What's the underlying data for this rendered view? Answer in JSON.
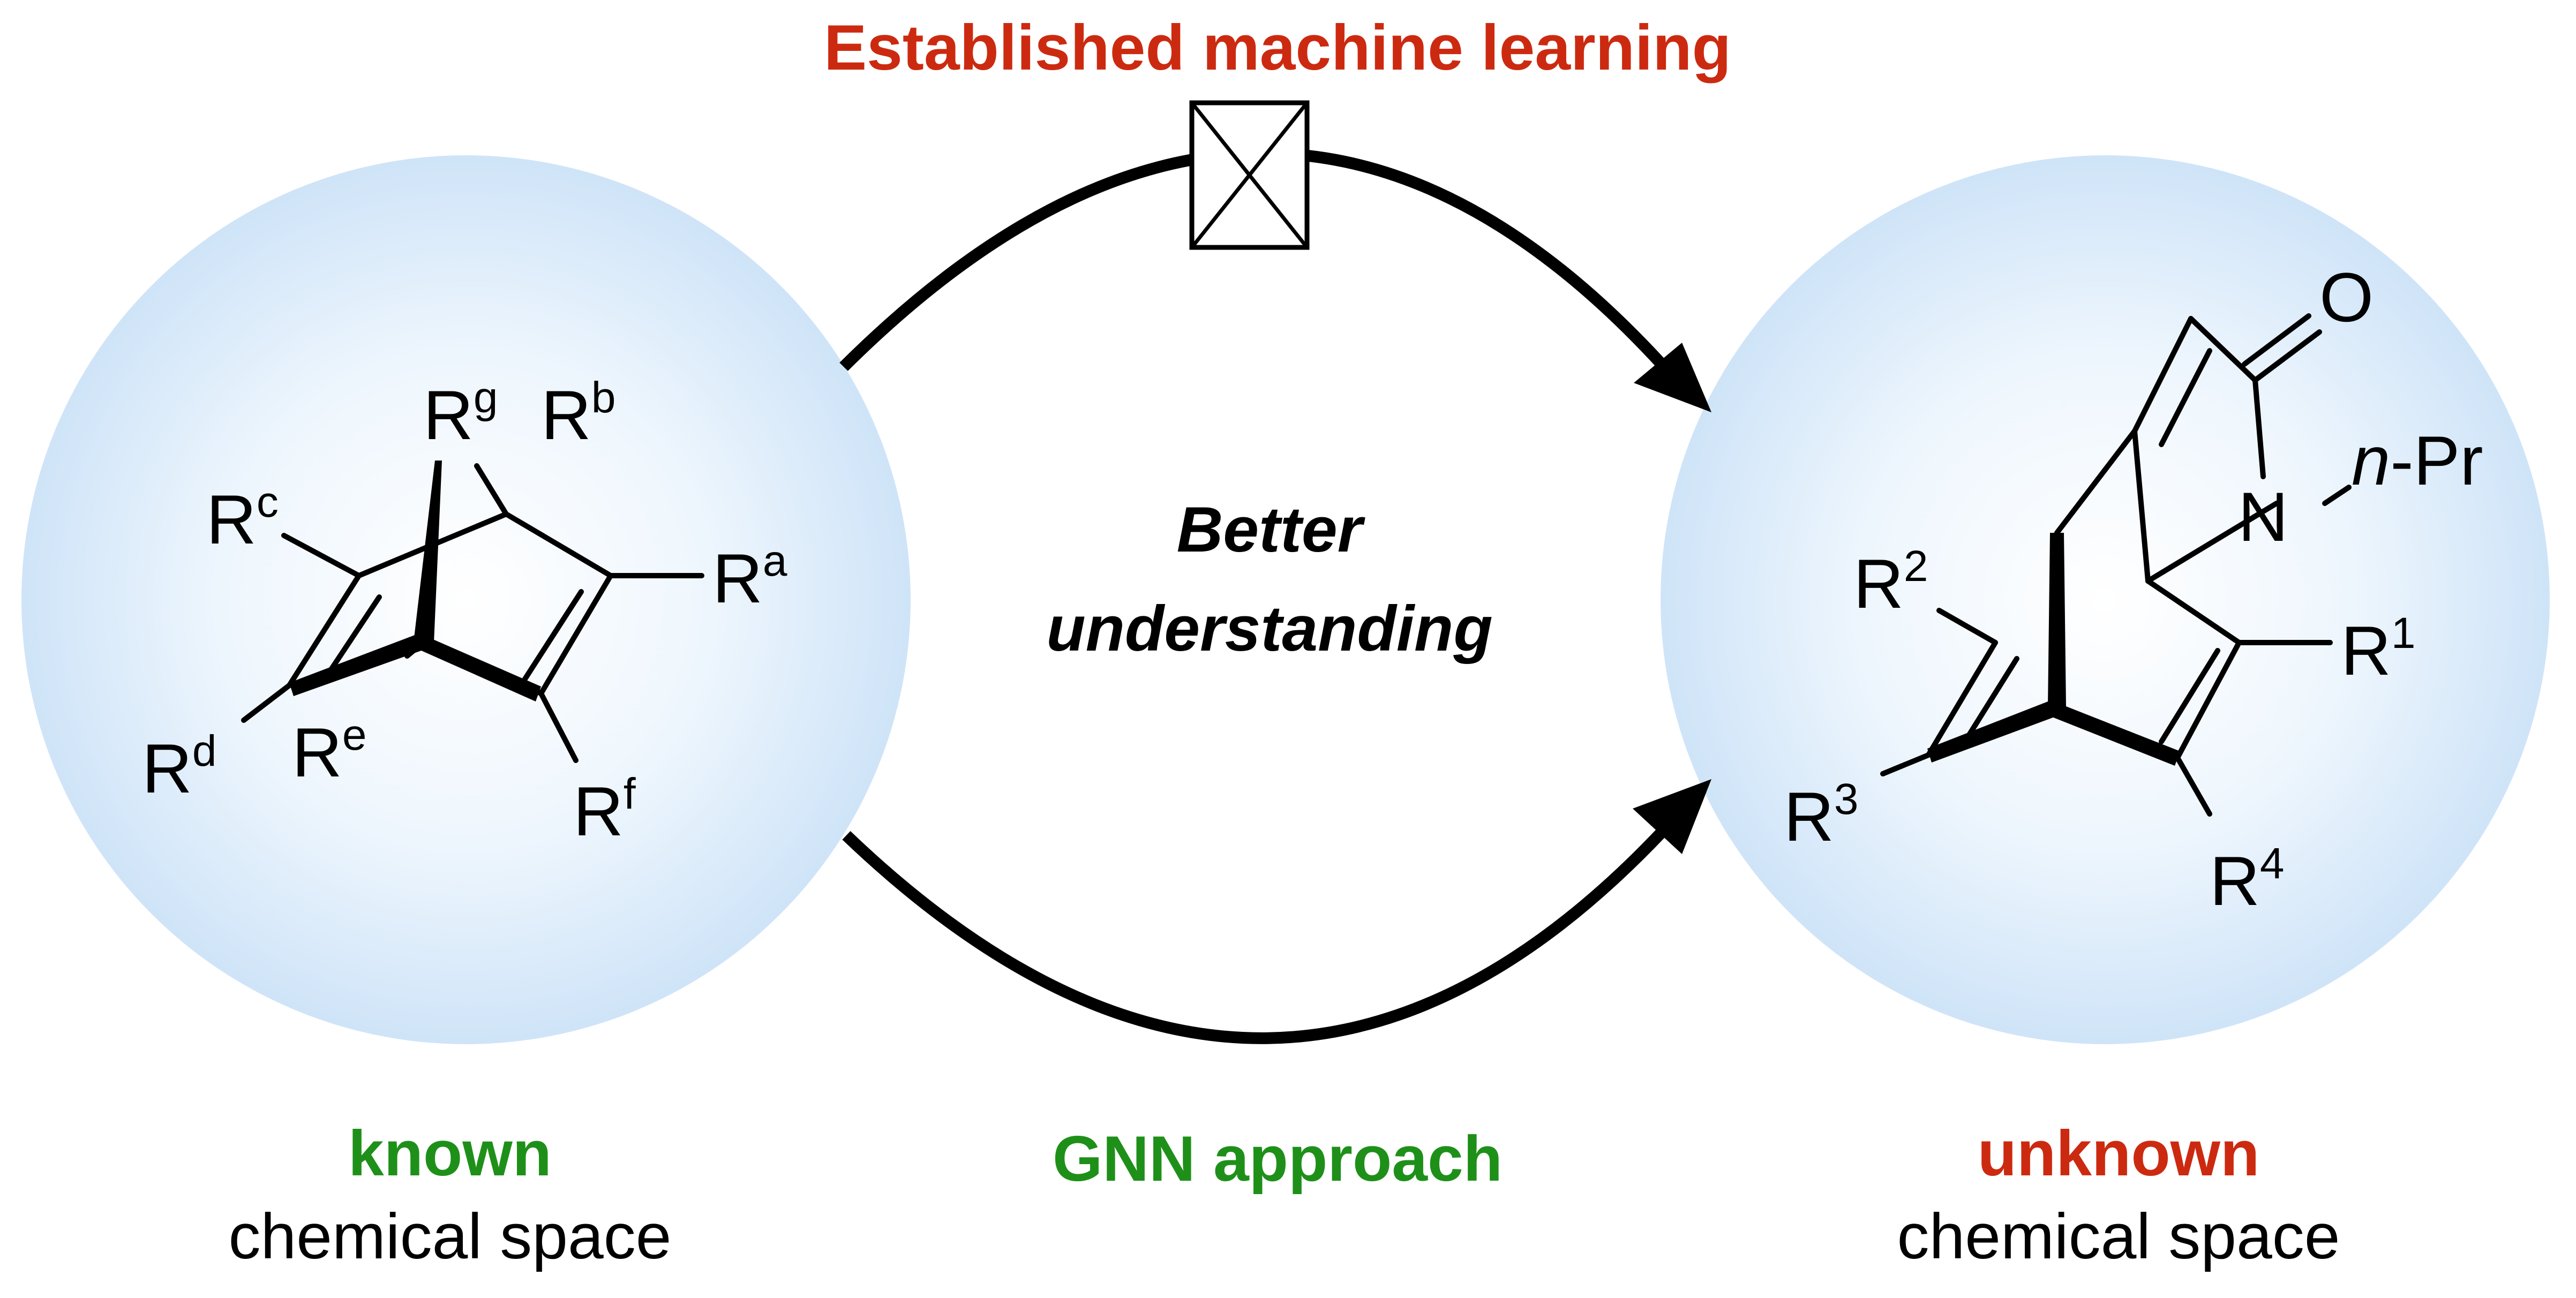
{
  "colors": {
    "red": "#cc2a10",
    "green": "#1e9019",
    "black": "#000000",
    "bubble_center": "#ffffff",
    "bubble_edge": "#cfe4f8"
  },
  "top_label": "Established machine learning",
  "middle_label_line1": "Better",
  "middle_label_line2": "understanding",
  "bottom_label": "GNN approach",
  "known": {
    "title": "known",
    "subtitle": "chemical space",
    "substituents": {
      "Ra": {
        "base": "R",
        "sup": "a"
      },
      "Rb": {
        "base": "R",
        "sup": "b"
      },
      "Rc": {
        "base": "R",
        "sup": "c"
      },
      "Rd": {
        "base": "R",
        "sup": "d"
      },
      "Re": {
        "base": "R",
        "sup": "e"
      },
      "Rf": {
        "base": "R",
        "sup": "f"
      },
      "Rg": {
        "base": "R",
        "sup": "g"
      }
    }
  },
  "unknown": {
    "title": "unknown",
    "subtitle": "chemical space",
    "atoms": {
      "O": "O",
      "N": "N",
      "npr_prefix": "n",
      "npr_suffix": "-Pr"
    },
    "substituents": {
      "R1": {
        "base": "R",
        "sup": "1"
      },
      "R2": {
        "base": "R",
        "sup": "2"
      },
      "R3": {
        "base": "R",
        "sup": "3"
      },
      "R4": {
        "base": "R",
        "sup": "4"
      }
    }
  }
}
